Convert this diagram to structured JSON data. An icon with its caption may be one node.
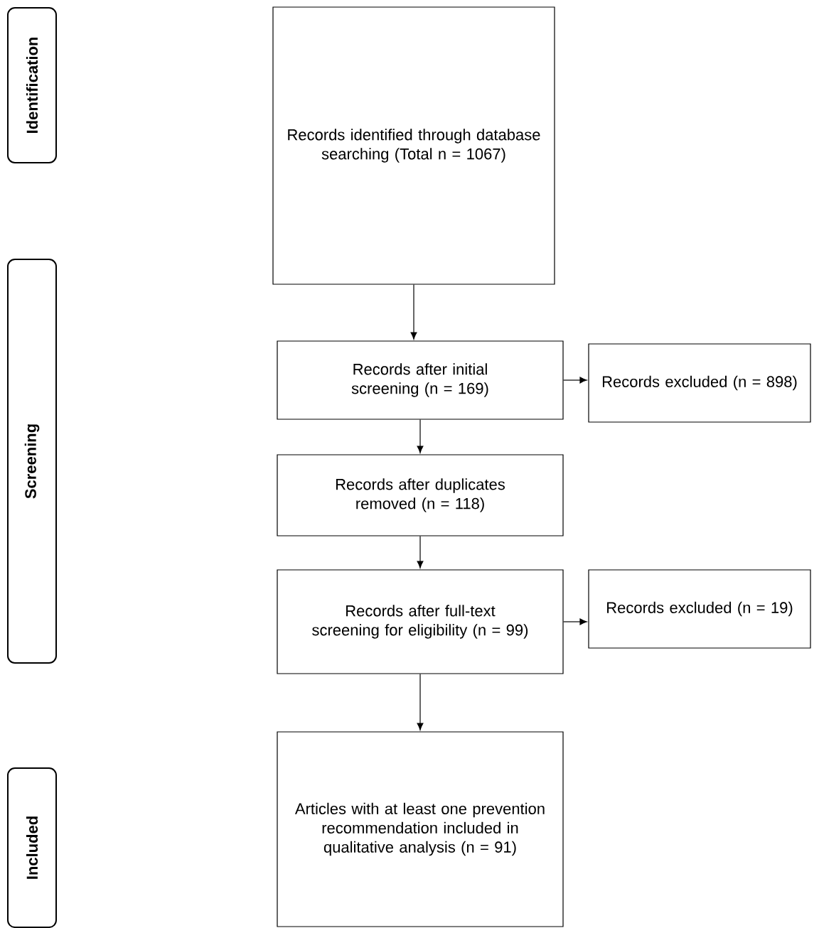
{
  "diagram": {
    "nodes": [
      {
        "text": [
          "Identification"
        ]
      },
      {
        "text": [
          "Screening"
        ]
      },
      {
        "text": [
          "Included"
        ]
      },
      {
        "text": [
          "Records identified through database searching (Total n = 1067)"
        ]
      },
      {
        "text": [
          "Records after initial screening (n = 169)"
        ]
      },
      {
        "text": [
          "Records excluded (n = 898)"
        ]
      },
      {
        "text": [
          "Records after duplicates removed (n = 118)"
        ]
      },
      {
        "text": [
          "Records after full-text screening for eligibility (n = 99)"
        ]
      },
      {
        "text": [
          "Records excluded (n = 19)"
        ]
      },
      {
        "text": [
          "Articles with at least one prevention recommendation included in qualitative analysis (n = 91)"
        ]
      }
    ],
    "edges": [
      {
        "from": 3,
        "to": 4,
        "arrow": "to"
      },
      {
        "from": 4,
        "to": 5,
        "arrow": "to"
      },
      {
        "from": 4,
        "to": 6,
        "arrow": "to"
      },
      {
        "from": 6,
        "to": 7,
        "arrow": "to"
      },
      {
        "from": 7,
        "to": 8,
        "arrow": "to"
      },
      {
        "from": 7,
        "to": 9,
        "arrow": "to"
      }
    ]
  }
}
